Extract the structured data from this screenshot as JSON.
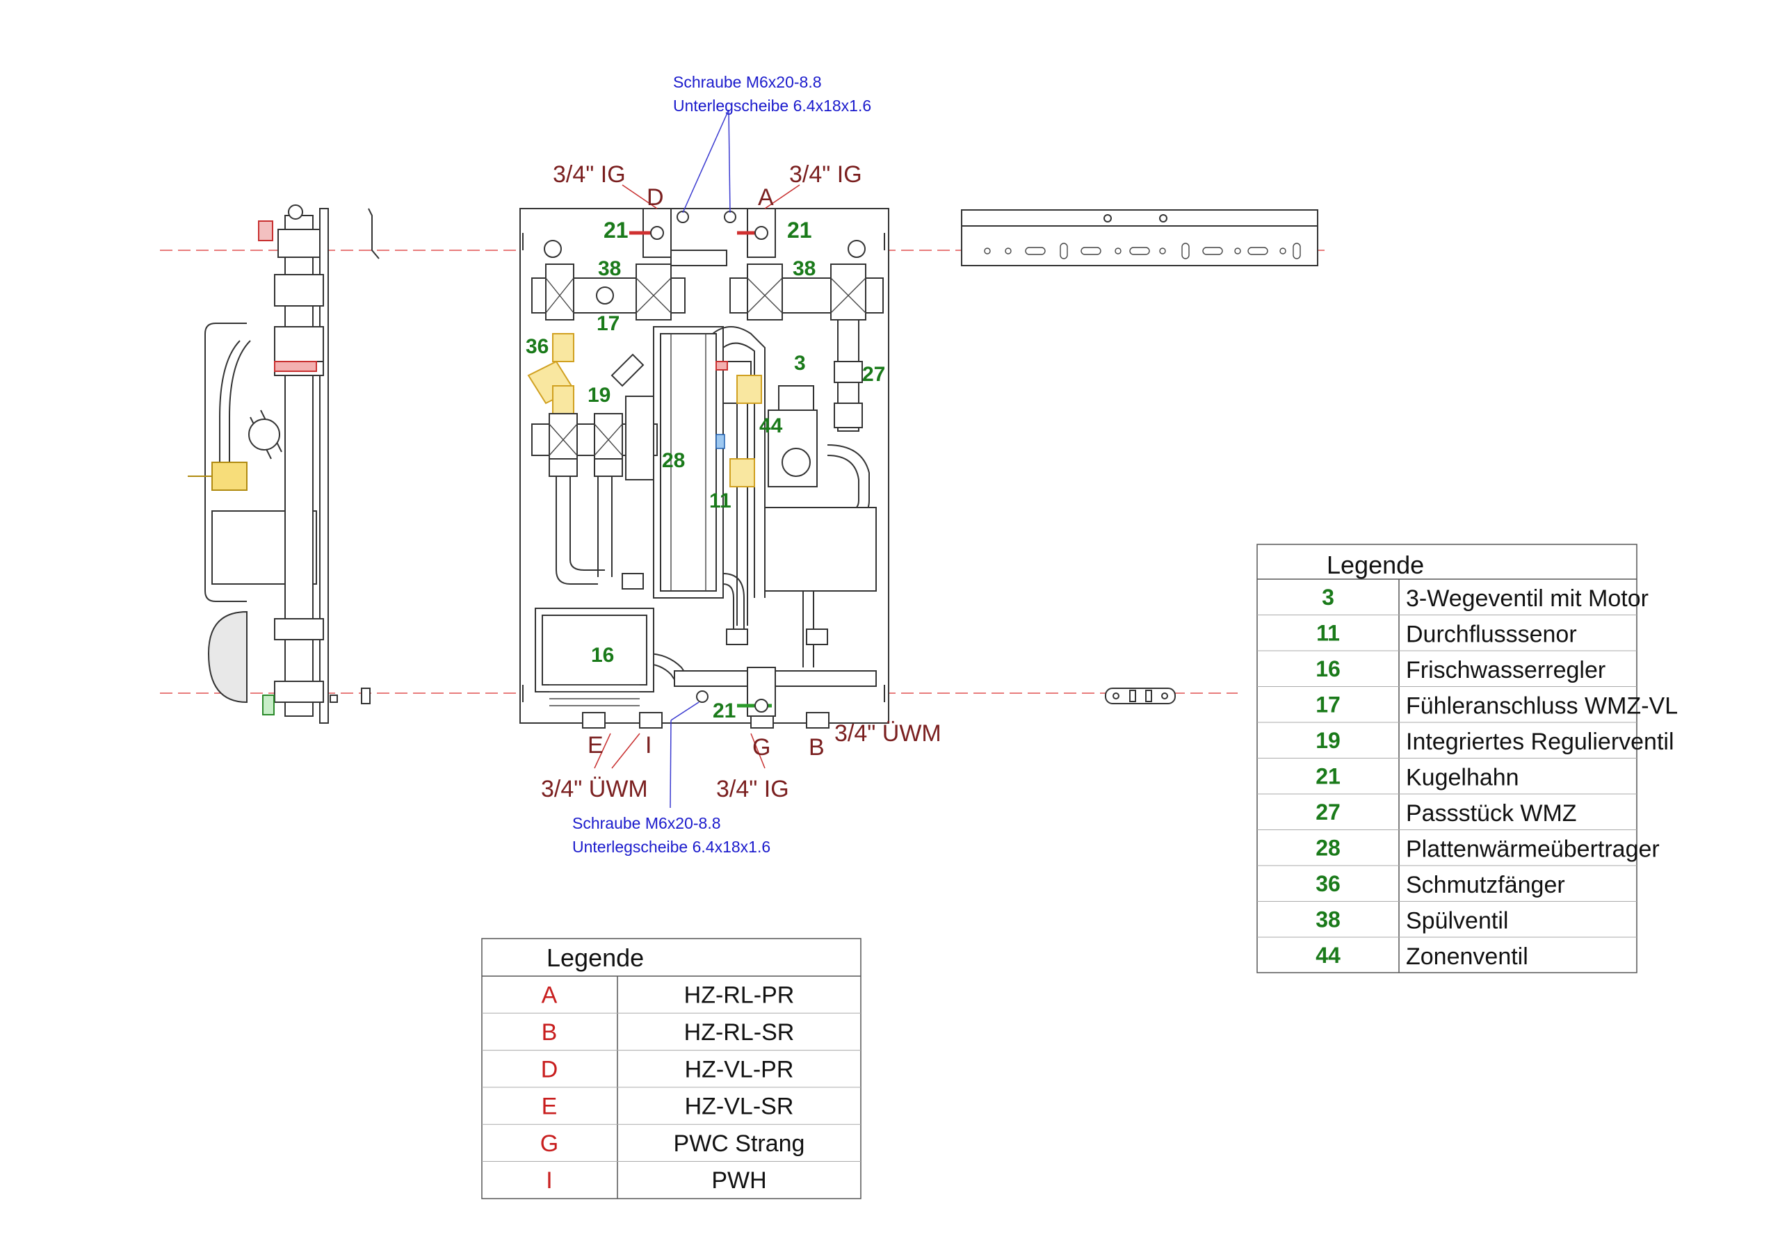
{
  "top_note": {
    "line1": "Schraube M6x20-8.8",
    "line2": "Unterlegscheibe 6.4x18x1.6"
  },
  "bottom_note": {
    "line1": "Schraube M6x20-8.8",
    "line2": "Unterlegscheibe 6.4x18x1.6"
  },
  "connections": {
    "top_left_thread": "3/4\" IG",
    "top_right_thread": "3/4\" IG",
    "letter_D": "D",
    "letter_A": "A",
    "letter_E": "E",
    "letter_I": "I",
    "letter_G": "G",
    "letter_B": "B",
    "bottom_left_thread": "3/4\" ÜWM",
    "bottom_mid_thread": "3/4\" IG",
    "bottom_right_thread": "3/4\" ÜWM"
  },
  "part_numbers": {
    "p21_tl": "21",
    "p21_tr": "21",
    "p21_b": "21",
    "p38_l": "38",
    "p38_r": "38",
    "p17": "17",
    "p36": "36",
    "p19": "19",
    "p3": "3",
    "p27": "27",
    "p44": "44",
    "p28": "28",
    "p11": "11",
    "p16": "16"
  },
  "legend_parts": {
    "title": "Legende",
    "rows": [
      {
        "num": "3",
        "name": "3-Wegeventil mit Motor"
      },
      {
        "num": "11",
        "name": "Durchflusssenor"
      },
      {
        "num": "16",
        "name": "Frischwasserregler"
      },
      {
        "num": "17",
        "name": "Fühleranschluss WMZ-VL"
      },
      {
        "num": "19",
        "name": "Integriertes Regulierventil"
      },
      {
        "num": "21",
        "name": "Kugelhahn"
      },
      {
        "num": "27",
        "name": "Passstück WMZ"
      },
      {
        "num": "28",
        "name": "Plattenwärmeübertrager"
      },
      {
        "num": "36",
        "name": "Schmutzfänger"
      },
      {
        "num": "38",
        "name": "Spülventil"
      },
      {
        "num": "44",
        "name": "Zonenventil"
      }
    ]
  },
  "legend_connections": {
    "title": "Legende",
    "rows": [
      {
        "key": "A",
        "name": "HZ-RL-PR"
      },
      {
        "key": "B",
        "name": "HZ-RL-SR"
      },
      {
        "key": "D",
        "name": "HZ-VL-PR"
      },
      {
        "key": "E",
        "name": "HZ-VL-SR"
      },
      {
        "key": "G",
        "name": "PWC Strang"
      },
      {
        "key": "I",
        "name": "PWH"
      }
    ]
  },
  "colors": {
    "label_maroon": "#7a1f1f",
    "part_green": "#1a7a1a",
    "note_blue": "#1a1acc",
    "legend_red": "#c81e1e",
    "centerline_red": "#e05050",
    "strainer_yellow": "#f2c230"
  }
}
